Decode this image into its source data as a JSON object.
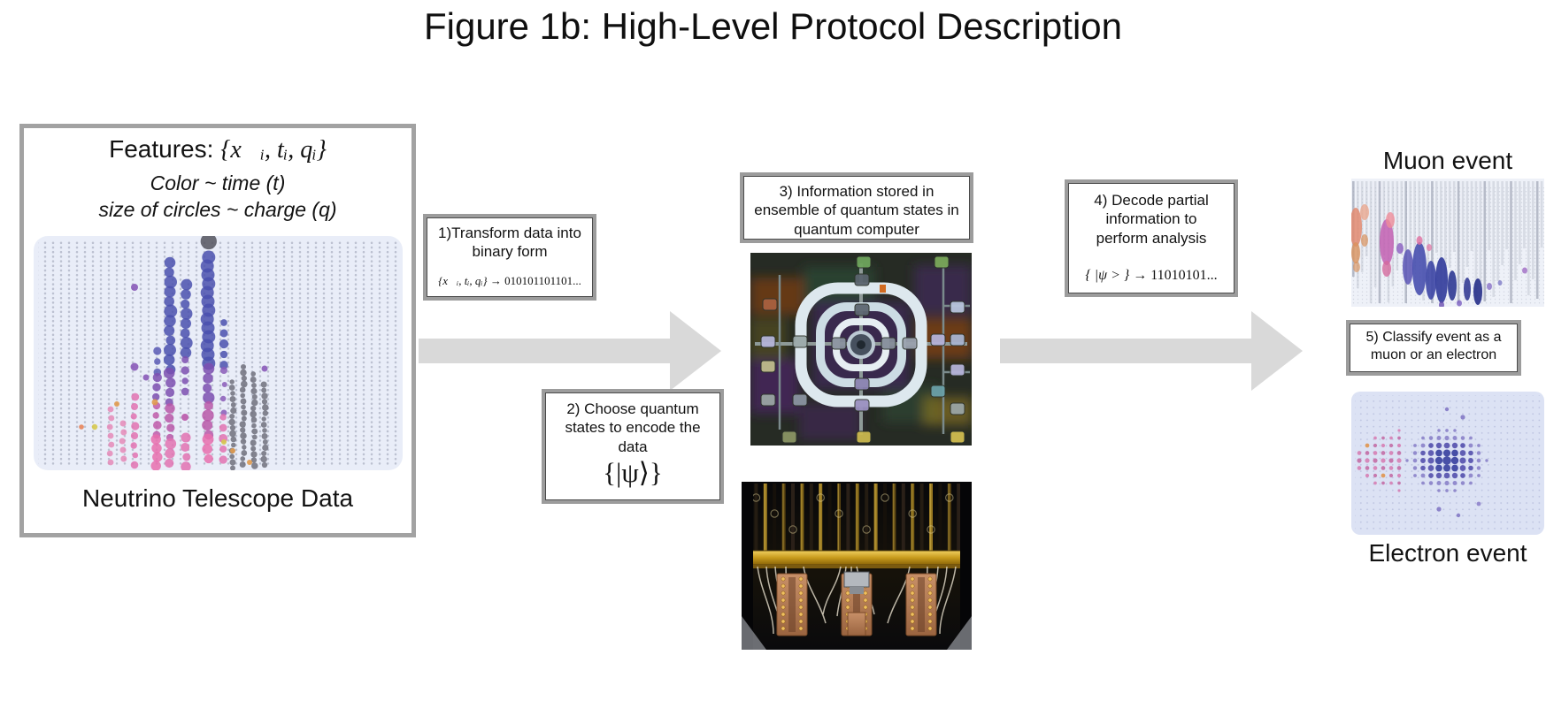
{
  "figure": {
    "title": "Figure 1b: High-Level Protocol Description"
  },
  "input_panel": {
    "features_label": "Features:",
    "features_set": "{x⃗ᵢ, tᵢ, qᵢ}",
    "color_note": "Color ~ time (t)",
    "size_note": "size of circles ~ charge (q)",
    "caption": "Neutrino Telescope Data"
  },
  "steps": {
    "step1": {
      "label": "1)Transform data into binary form",
      "formula_lhs": "{x⃗ᵢ, tᵢ, qᵢ}",
      "formula_rhs": " → 010101101101..."
    },
    "step2": {
      "label": "2) Choose quantum states to encode the data",
      "state_set": "{|ψ⟩}"
    },
    "step3": {
      "label": "3) Information stored in ensemble of quantum states in quantum computer"
    },
    "step4": {
      "label": "4) Decode partial information to perform analysis",
      "formula_lhs": "{ |ψ > }",
      "formula_rhs": " → 11010101..."
    },
    "step5": {
      "label": "5) Classify event as a muon or an electron"
    }
  },
  "outputs": {
    "muon_label": "Muon event",
    "electron_label": "Electron event"
  },
  "colors": {
    "arrow": "#d9d9d9",
    "box_border_outer": "#9c9c9c",
    "box_border_inner": "#4a4a4a",
    "panel_border": "#a2a2a2",
    "event_bg": "#e9edf8",
    "ink": "#121212"
  }
}
